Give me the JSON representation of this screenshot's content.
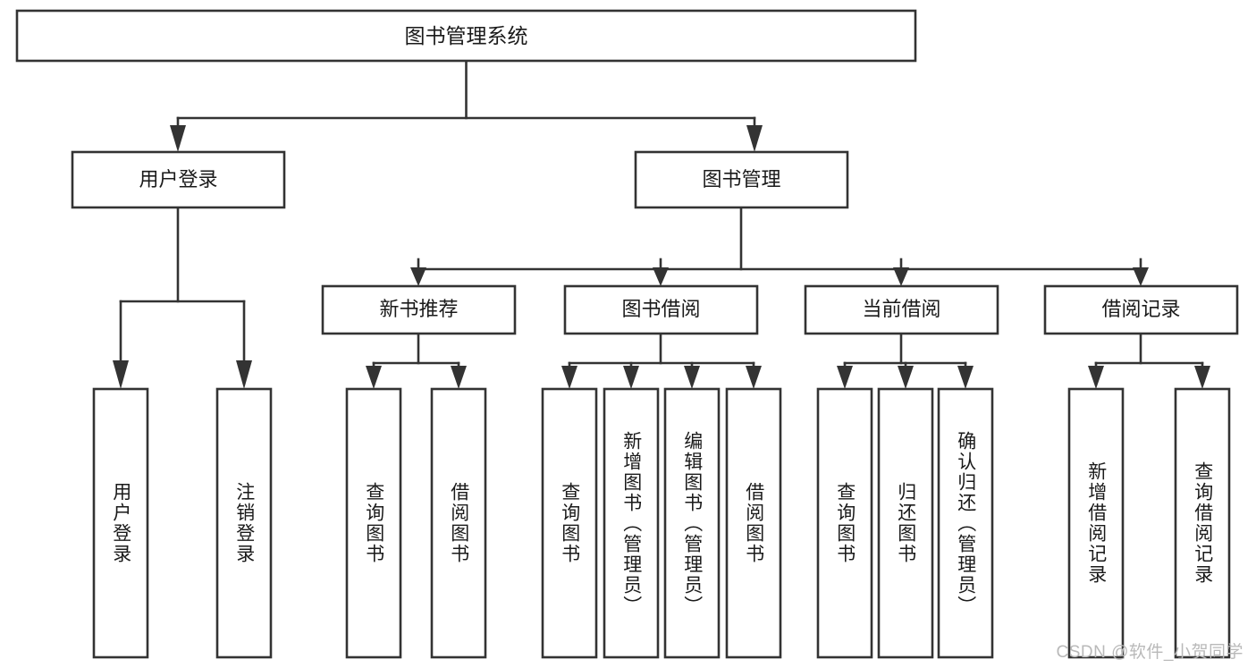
{
  "diagram": {
    "type": "tree-hierarchy",
    "title": "图书管理系统",
    "root": {
      "id": "root",
      "label": "图书管理系统",
      "orientation": "horizontal"
    },
    "level1": [
      {
        "id": "user-login",
        "label": "用户登录",
        "orientation": "horizontal"
      },
      {
        "id": "book-management",
        "label": "图书管理",
        "orientation": "horizontal"
      }
    ],
    "level2": [
      {
        "id": "new-book-recommend",
        "label": "新书推荐",
        "parent": "book-management",
        "orientation": "horizontal"
      },
      {
        "id": "book-borrow",
        "label": "图书借阅",
        "parent": "book-management",
        "orientation": "horizontal"
      },
      {
        "id": "current-borrow",
        "label": "当前借阅",
        "parent": "book-management",
        "orientation": "horizontal"
      },
      {
        "id": "borrow-record",
        "label": "借阅记录",
        "parent": "book-management",
        "orientation": "horizontal"
      }
    ],
    "leaves": [
      {
        "id": "leaf-user-login",
        "label": "用户登录",
        "parent": "user-login",
        "orientation": "vertical"
      },
      {
        "id": "leaf-user-logout",
        "label": "注销登录",
        "parent": "user-login",
        "orientation": "vertical"
      },
      {
        "id": "leaf-query-book-1",
        "label": "查询图书",
        "parent": "new-book-recommend",
        "orientation": "vertical"
      },
      {
        "id": "leaf-borrow-book-1",
        "label": "借阅图书",
        "parent": "new-book-recommend",
        "orientation": "vertical"
      },
      {
        "id": "leaf-query-book-2",
        "label": "查询图书",
        "parent": "book-borrow",
        "orientation": "vertical"
      },
      {
        "id": "leaf-add-book",
        "label": "新增图书（管理员）",
        "parent": "book-borrow",
        "orientation": "vertical"
      },
      {
        "id": "leaf-edit-book",
        "label": "编辑图书（管理员）",
        "parent": "book-borrow",
        "orientation": "vertical"
      },
      {
        "id": "leaf-borrow-book-2",
        "label": "借阅图书",
        "parent": "book-borrow",
        "orientation": "vertical"
      },
      {
        "id": "leaf-query-book-3",
        "label": "查询图书",
        "parent": "current-borrow",
        "orientation": "vertical"
      },
      {
        "id": "leaf-return-book",
        "label": "归还图书",
        "parent": "current-borrow",
        "orientation": "vertical"
      },
      {
        "id": "leaf-confirm-return",
        "label": "确认归还（管理员）",
        "parent": "current-borrow",
        "orientation": "vertical"
      },
      {
        "id": "leaf-add-record",
        "label": "新增借阅记录",
        "parent": "borrow-record",
        "orientation": "vertical"
      },
      {
        "id": "leaf-query-record",
        "label": "查询借阅记录",
        "parent": "borrow-record",
        "orientation": "vertical"
      }
    ],
    "colors": {
      "stroke": "#333333",
      "box_fill": "#ffffff",
      "text": "#1a1a1a",
      "background": "#ffffff",
      "watermark": "#b9b9b9"
    }
  },
  "watermark": {
    "text": "CSDN @软件_小贺同学"
  }
}
